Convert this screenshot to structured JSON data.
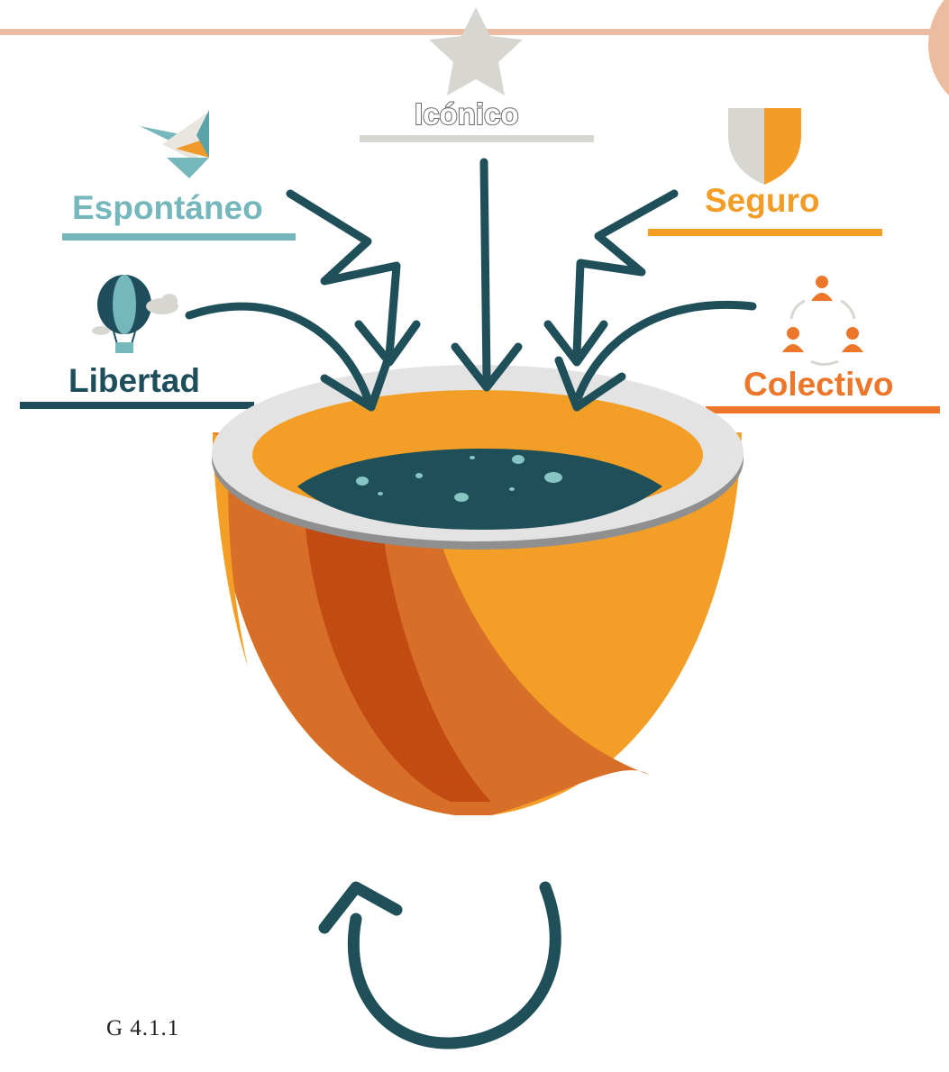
{
  "labels": {
    "iconic": "Icónico",
    "spontaneous": "Espontáneo",
    "safe": "Seguro",
    "freedom": "Libertad",
    "collective": "Colectivo"
  },
  "figure_code": "G 4.1.1",
  "colors": {
    "top_band": "#ecbca0",
    "corner_circle": "#ecbca0",
    "iconic": "#d8d6d0",
    "spontaneous": "#76b7bb",
    "safe": "#f49d26",
    "freedom": "#1e4e5b",
    "collective": "#ec772b",
    "arrows": "#1f5059",
    "cup_light": "#f39e26",
    "cup_mid": "#d86f28",
    "cup_dark": "#c14b13",
    "rim": "#e3e3e3",
    "liquid": "#1f5059"
  },
  "icons": [
    "star-icon",
    "origami-crane-icon",
    "shield-icon",
    "hot-air-balloon-icon",
    "cloud-icon",
    "people-cycle-icon",
    "cycle-arrow-icon"
  ]
}
